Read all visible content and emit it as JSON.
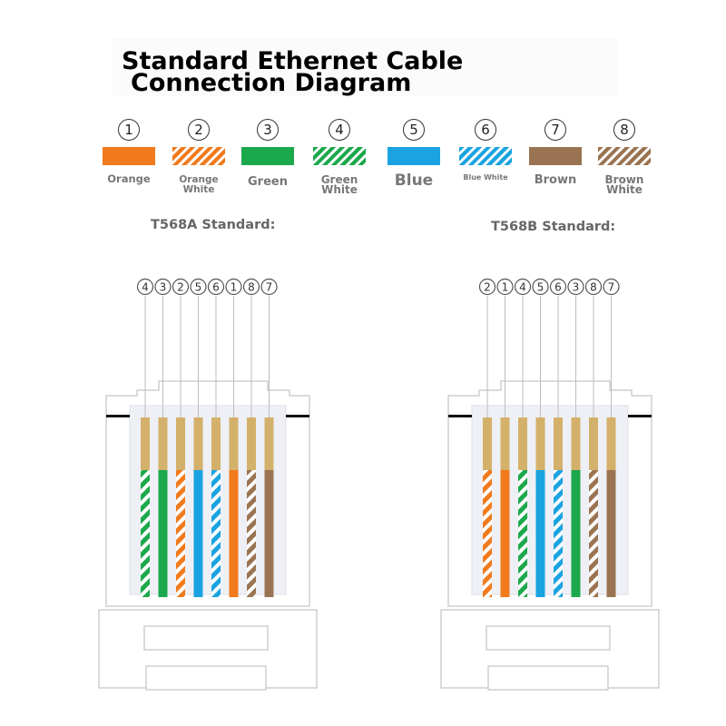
{
  "title": {
    "line1": "Standard Ethernet Cable",
    "line2": "Connection Diagram"
  },
  "colors": {
    "orange": "#f07a1c",
    "green": "#1ca84c",
    "blue": "#1aa3e0",
    "brown": "#9a7452",
    "white": "#ffffff",
    "gold": "#d4b16a",
    "label_gray": "#777777"
  },
  "legend": [
    {
      "number": "①",
      "label": "Orange",
      "color": "orange",
      "striped": false
    },
    {
      "number": "②",
      "label": "Orange White",
      "color": "orange",
      "striped": true
    },
    {
      "number": "③",
      "label": "Green",
      "color": "green",
      "striped": false
    },
    {
      "number": "④",
      "label": "Green White",
      "color": "green",
      "striped": true
    },
    {
      "number": "⑤",
      "label": "Blue",
      "color": "blue",
      "striped": false
    },
    {
      "number": "⑥",
      "label": "Blue White",
      "color": "blue",
      "striped": true
    },
    {
      "number": "⑦",
      "label": "Brown",
      "color": "brown",
      "striped": false
    },
    {
      "number": "⑧",
      "label": "Brown White",
      "color": "brown",
      "striped": true
    }
  ],
  "standards": [
    {
      "label": "T568A Standard:",
      "order": [
        "④",
        "③",
        "②",
        "⑤",
        "⑥",
        "①",
        "⑧",
        "⑦"
      ]
    },
    {
      "label": "T568B Standard:",
      "order": [
        "②",
        "①",
        "④",
        "⑤",
        "⑥",
        "③",
        "⑧",
        "⑦"
      ]
    }
  ]
}
